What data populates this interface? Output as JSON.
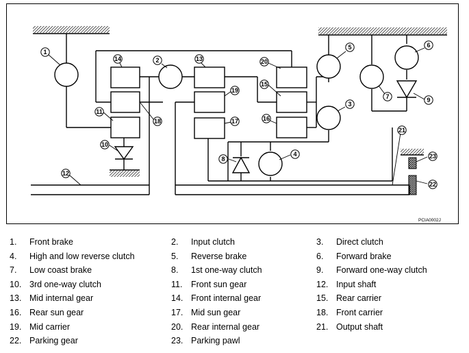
{
  "diagram": {
    "figure_code": "PCIA0002J",
    "callouts": [
      "1",
      "2",
      "3",
      "4",
      "5",
      "6",
      "7",
      "8",
      "9",
      "10",
      "11",
      "12",
      "13",
      "14",
      "15",
      "16",
      "17",
      "18",
      "19",
      "20",
      "21",
      "22",
      "23"
    ]
  },
  "legend": {
    "items": [
      {
        "num": "1.",
        "label": "Front brake"
      },
      {
        "num": "2.",
        "label": "Input clutch"
      },
      {
        "num": "3.",
        "label": "Direct clutch"
      },
      {
        "num": "4.",
        "label": "High and low reverse clutch"
      },
      {
        "num": "5.",
        "label": "Reverse brake"
      },
      {
        "num": "6.",
        "label": "Forward brake"
      },
      {
        "num": "7.",
        "label": "Low coast brake"
      },
      {
        "num": "8.",
        "label": "1st one-way clutch"
      },
      {
        "num": "9.",
        "label": "Forward one-way clutch"
      },
      {
        "num": "10.",
        "label": "3rd one-way clutch"
      },
      {
        "num": "11.",
        "label": "Front sun gear"
      },
      {
        "num": "12.",
        "label": "Input shaft"
      },
      {
        "num": "13.",
        "label": "Mid internal gear"
      },
      {
        "num": "14.",
        "label": "Front internal gear"
      },
      {
        "num": "15.",
        "label": "Rear carrier"
      },
      {
        "num": "16.",
        "label": "Rear sun gear"
      },
      {
        "num": "17.",
        "label": "Mid sun gear"
      },
      {
        "num": "18.",
        "label": "Front carrier"
      },
      {
        "num": "19.",
        "label": "Mid carrier"
      },
      {
        "num": "20.",
        "label": "Rear internal gear"
      },
      {
        "num": "21.",
        "label": "Output shaft"
      },
      {
        "num": "22.",
        "label": "Parking gear"
      },
      {
        "num": "23.",
        "label": "Parking pawl"
      }
    ]
  }
}
